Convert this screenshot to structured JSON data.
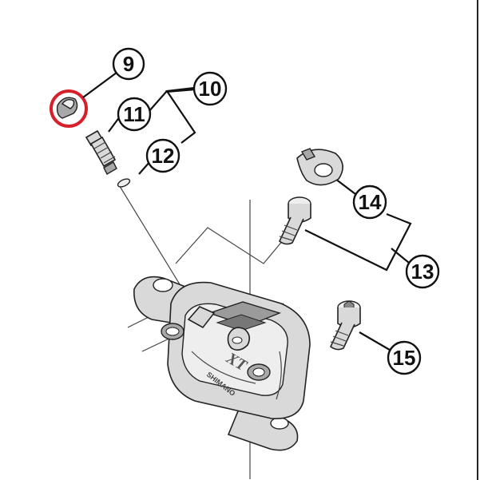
{
  "callouts": [
    {
      "id": "9",
      "label": "9"
    },
    {
      "id": "10",
      "label": "10"
    },
    {
      "id": "11",
      "label": "11"
    },
    {
      "id": "12",
      "label": "12"
    },
    {
      "id": "13",
      "label": "13"
    },
    {
      "id": "14",
      "label": "14"
    },
    {
      "id": "15",
      "label": "15"
    }
  ],
  "caliper_text": {
    "brand": "SHIMANO",
    "model": "XT"
  },
  "highlight": {
    "color": "#d6202a",
    "target": "9"
  }
}
